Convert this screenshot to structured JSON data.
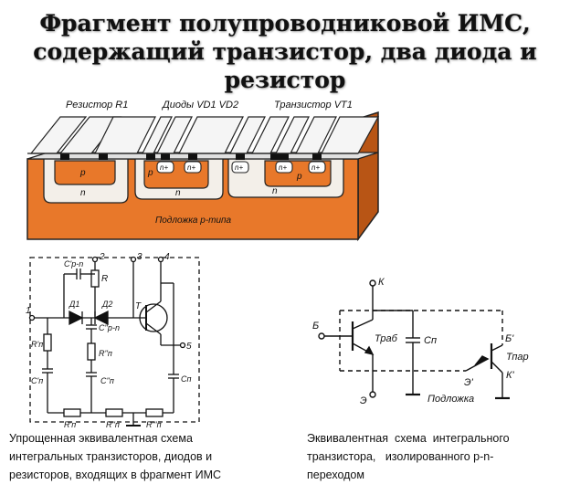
{
  "title": {
    "line1": "Фрагмент полупроводниковой ИМС,",
    "line2": "содержащий транзистор, два диода и",
    "line3": "резистор"
  },
  "cross_section": {
    "top_labels": {
      "resistor": "Резистор R1",
      "diodes": "Диоды VD1 VD2",
      "transistor": "Транзистор VT1"
    },
    "substrate_label": "Подложка p-типа",
    "region_p": "p",
    "region_n": "n",
    "region_nplus": "n+",
    "colors": {
      "substrate": "#e8782a",
      "oxide": "#f2f2f2",
      "metal": "#111111"
    }
  },
  "left_schematic": {
    "node_1": "1",
    "node_2": "2",
    "node_3": "3",
    "node_4": "4",
    "node_5": "5",
    "c_pn": "C'p-n",
    "r": "R",
    "d1": "Д1",
    "d2": "Д2",
    "c_pn2": "C''p-n",
    "t": "T",
    "rp1": "R'п",
    "rp2": "R''п",
    "cp1": "C'п",
    "cp2": "C''п",
    "cp3": "Cп",
    "rp_b1": "R'п",
    "rp_b2": "R''п",
    "rp_b3": "R'''п"
  },
  "right_schematic": {
    "k": "К",
    "b": "Б",
    "e": "Э",
    "t_rab": "Траб",
    "c_p": "Cп",
    "b_prime": "Б'",
    "t_par": "Тпар",
    "e_prime": "Э'",
    "k_prime": "К'",
    "substrate": "Подложка"
  },
  "captions": {
    "left": [
      "Упрощенная эквивалентная схема",
      "интегральных транзисторов, диодов и",
      "резисторов, входящих в фрагмент ИМС"
    ],
    "right": [
      "Эквивалентная  схема  интегрального",
      "транзистора,   изолированного р-n-",
      "переходом"
    ]
  }
}
